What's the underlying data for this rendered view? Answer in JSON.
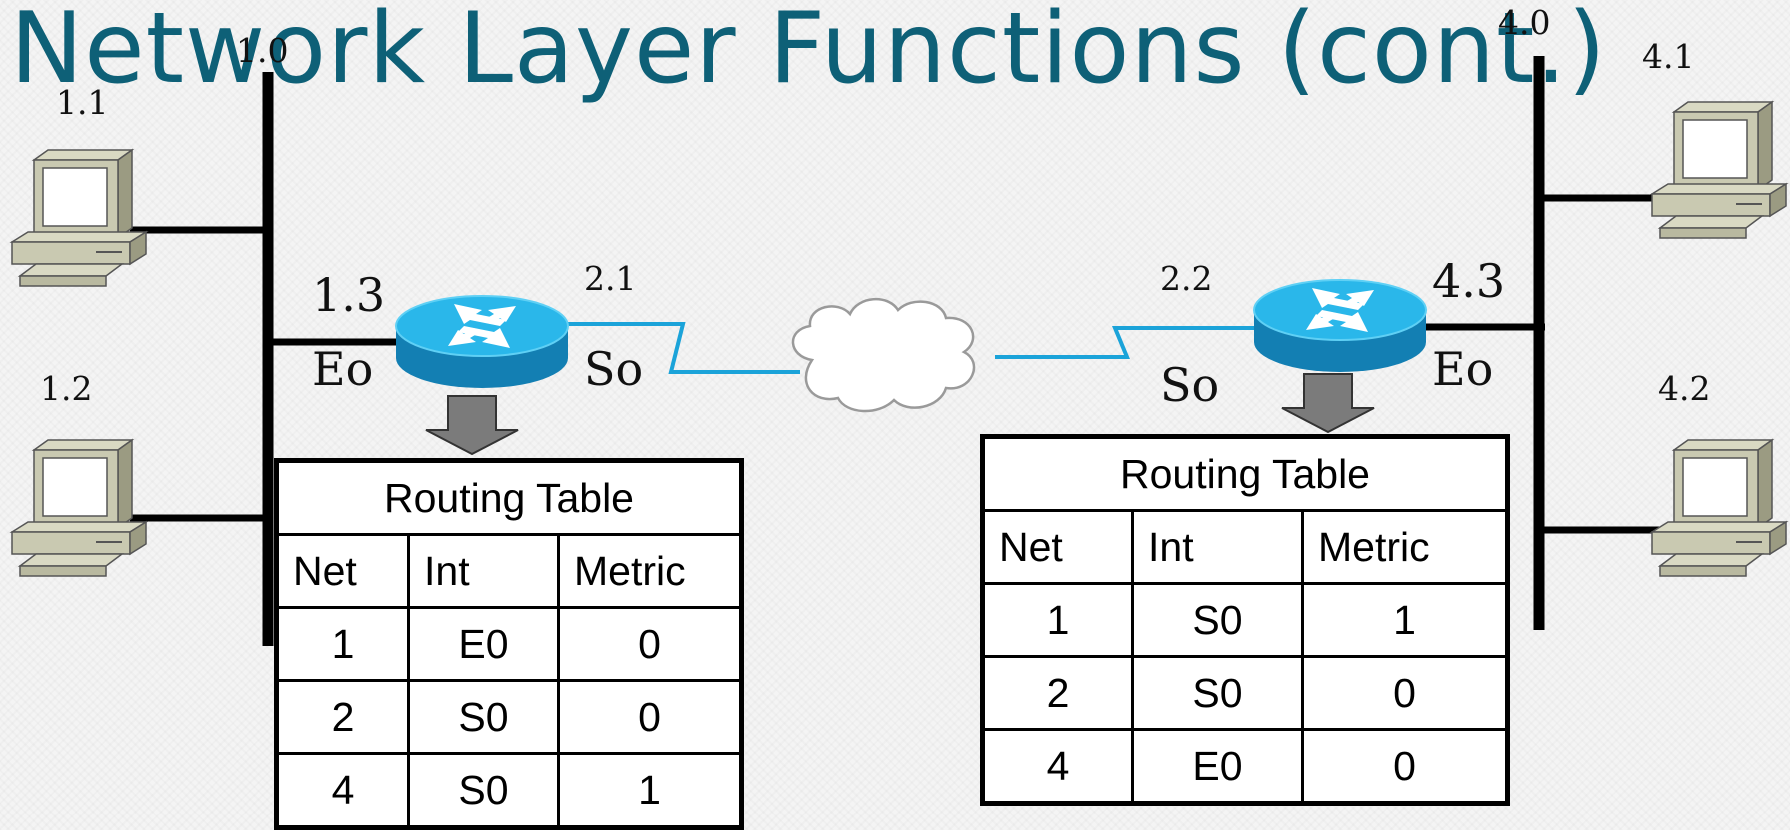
{
  "title": "Network Layer Functions (cont.)",
  "labels": {
    "net_1_0": "1.0",
    "host_1_1": "1.1",
    "host_1_2": "1.2",
    "router_a_e0_addr": "1.3",
    "router_a_s0_addr": "2.1",
    "router_a_e0_if": "Eo",
    "router_a_s0_if": "So",
    "router_b_s0_addr": "2.2",
    "router_b_e0_addr": "4.3",
    "router_b_s0_if": "So",
    "router_b_e0_if": "Eo",
    "net_4_0": "4.0",
    "host_4_1": "4.1",
    "host_4_2": "4.2"
  },
  "routing_tables": [
    {
      "caption": "Routing Table",
      "headers": [
        "Net",
        "Int",
        "Metric"
      ],
      "rows": [
        [
          "1",
          "E0",
          "0"
        ],
        [
          "2",
          "S0",
          "0"
        ],
        [
          "4",
          "S0",
          "1"
        ]
      ]
    },
    {
      "caption": "Routing Table",
      "headers": [
        "Net",
        "Int",
        "Metric"
      ],
      "rows": [
        [
          "1",
          "S0",
          "1"
        ],
        [
          "2",
          "S0",
          "0"
        ],
        [
          "4",
          "E0",
          "0"
        ]
      ]
    }
  ],
  "colors": {
    "title": "#0e6077",
    "serial_link": "#1ba3d9",
    "router_top": "#2ab7ea",
    "router_side": "#137fb3",
    "bus": "#000000",
    "arrow": "#7b7b7b"
  },
  "icons": [
    "computer-icon",
    "router-icon",
    "cloud-icon",
    "down-arrow-icon"
  ]
}
